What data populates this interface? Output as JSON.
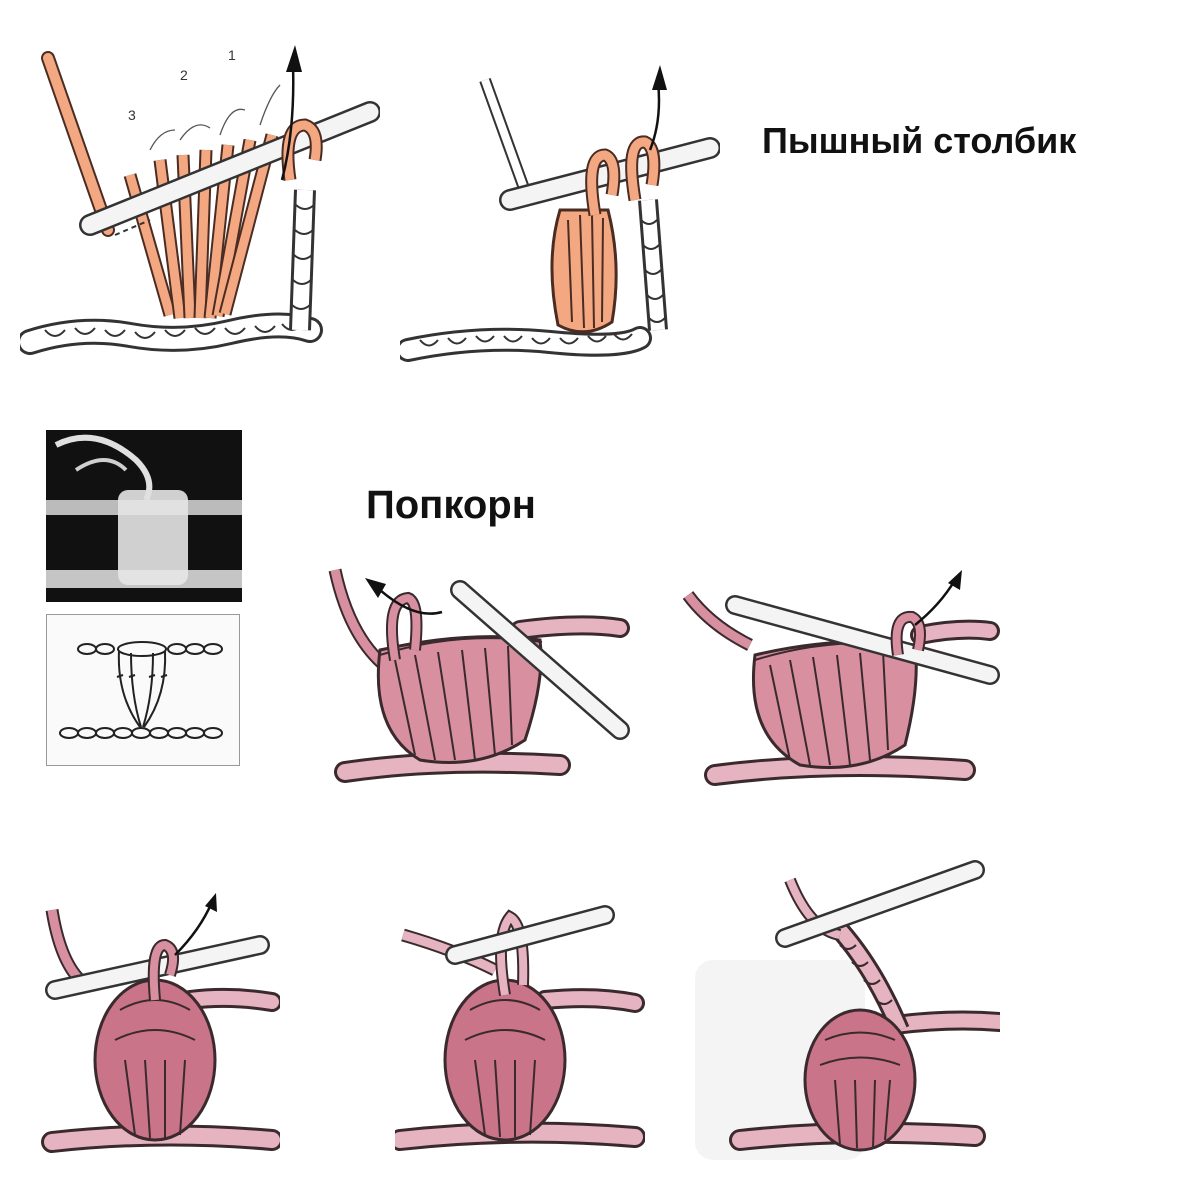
{
  "titles": {
    "bullion_stitch": "Пышный столбик",
    "popcorn": "Попкорн"
  },
  "step_labels": [
    "3",
    "2",
    "1"
  ],
  "colors": {
    "peach_yarn": "#f3a882",
    "peach_outline": "#4a2c22",
    "pink_yarn": "#d88fa0",
    "pink_dark": "#b86a80",
    "pink_outline": "#3a2a2e",
    "hook": "#f4f4f4",
    "hook_outline": "#333333",
    "photo_bg": "#111111"
  },
  "icons": [
    "arrow-up-icon",
    "crochet-hook-icon"
  ]
}
